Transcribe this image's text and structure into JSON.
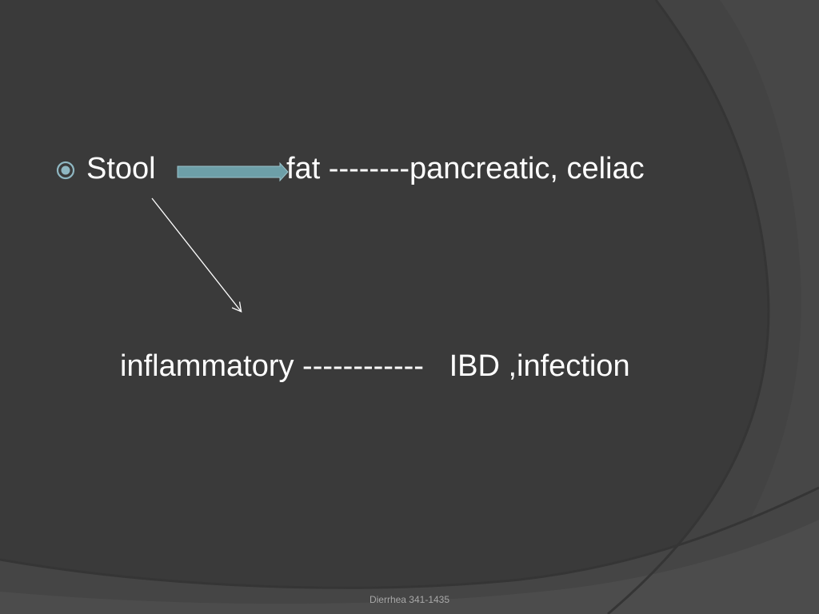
{
  "slide": {
    "line1": {
      "subject": "Stool",
      "result": "fat --------pancreatic, celiac"
    },
    "line2": "inflammatory ------------   IBD ,infection",
    "footer": "Dierrhea 341-1435"
  },
  "colors": {
    "background": "#3a3a3a",
    "arc_light": "#4a4a4a",
    "arrow_fill": "#6d9fa8",
    "bullet": "#8fb7c2",
    "text": "#ffffff",
    "footer": "#a9a9a9"
  },
  "icons": {
    "bullet": "target-bullet-icon",
    "arrow1": "block-arrow-right-icon",
    "arrow2": "thin-arrow-diagonal-icon"
  }
}
